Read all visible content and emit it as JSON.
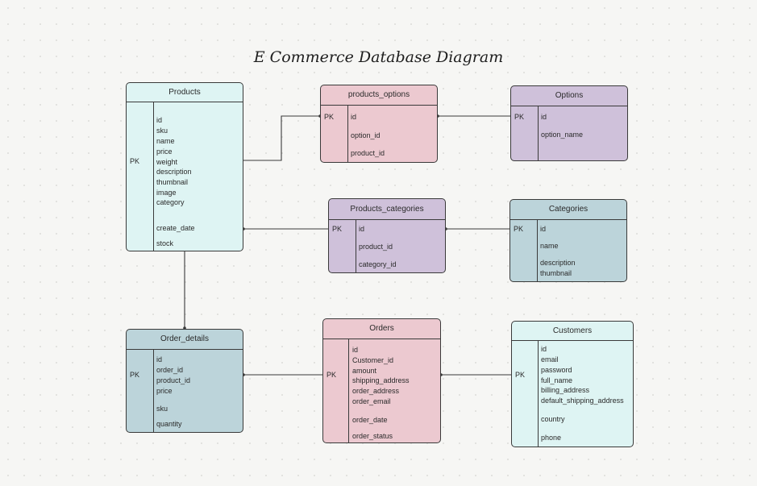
{
  "title": "E Commerce Database Diagram",
  "pk_label": "PK",
  "colors": {
    "teal": "#def4f3",
    "pink": "#ecc9d0",
    "purple": "#cfc1da",
    "slate": "#bcd4da",
    "border": "#3a3a3a"
  },
  "entities": {
    "products": {
      "name": "Products",
      "fields": [
        "id",
        "sku",
        "name",
        "price",
        "weight",
        "description",
        "thumbnail",
        "image",
        "category",
        "create_date",
        "stock"
      ]
    },
    "products_options": {
      "name": "products_options",
      "fields": [
        "id",
        "option_id",
        "product_id"
      ]
    },
    "options": {
      "name": "Options",
      "fields": [
        "id",
        "option_name"
      ]
    },
    "products_categories": {
      "name": "Products_categories",
      "fields": [
        "id",
        "product_id",
        "category_id"
      ]
    },
    "categories": {
      "name": "Categories",
      "fields": [
        "id",
        "name",
        "description",
        "thumbnail"
      ]
    },
    "order_details": {
      "name": "Order_details",
      "fields": [
        "id",
        "order_id",
        "product_id",
        "price",
        "sku",
        "quantity"
      ]
    },
    "orders": {
      "name": "Orders",
      "fields": [
        "id",
        "Customer_id",
        "amount",
        "shipping_address",
        "order_address",
        "order_email",
        "order_date",
        "order_status"
      ]
    },
    "customers": {
      "name": "Customers",
      "fields": [
        "id",
        "email",
        "password",
        "full_name",
        "billing_address",
        "default_shipping_address",
        "country",
        "phone"
      ]
    }
  }
}
